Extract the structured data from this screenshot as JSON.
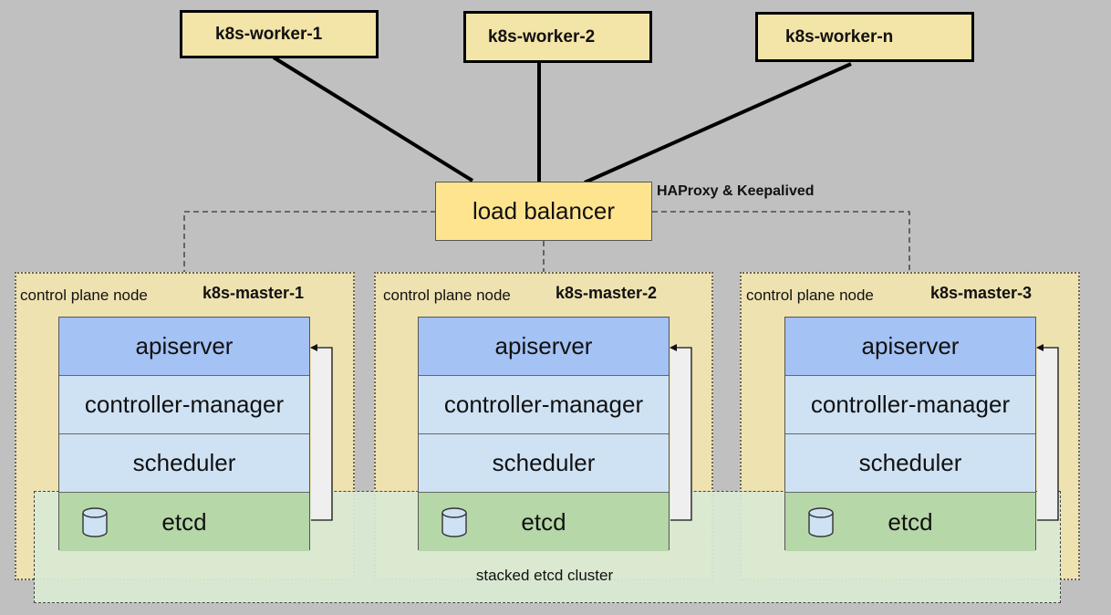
{
  "workers": [
    {
      "label": "k8s-worker-1"
    },
    {
      "label": "k8s-worker-2"
    },
    {
      "label": "k8s-worker-n"
    }
  ],
  "load_balancer": {
    "label": "load balancer",
    "note": "HAProxy & Keepalived"
  },
  "masters": [
    {
      "node_label": "control plane node",
      "name": "k8s-master-1",
      "components": [
        "apiserver",
        "controller-manager",
        "scheduler",
        "etcd"
      ]
    },
    {
      "node_label": "control plane node",
      "name": "k8s-master-2",
      "components": [
        "apiserver",
        "controller-manager",
        "scheduler",
        "etcd"
      ]
    },
    {
      "node_label": "control plane node",
      "name": "k8s-master-3",
      "components": [
        "apiserver",
        "controller-manager",
        "scheduler",
        "etcd"
      ]
    }
  ],
  "etcd_cluster": {
    "label": "stacked etcd cluster"
  },
  "colors": {
    "worker_fill": "#f3e4a8",
    "load_balancer_fill": "#ffe48f",
    "control_plane_fill": "#efe2b1",
    "apiserver_fill": "#a4c2f4",
    "controller_fill": "#cfe2f3",
    "etcd_fill": "#b6d7a8",
    "etcd_cluster_fill": "#d9e9d3",
    "background": "#c0c0c0"
  }
}
